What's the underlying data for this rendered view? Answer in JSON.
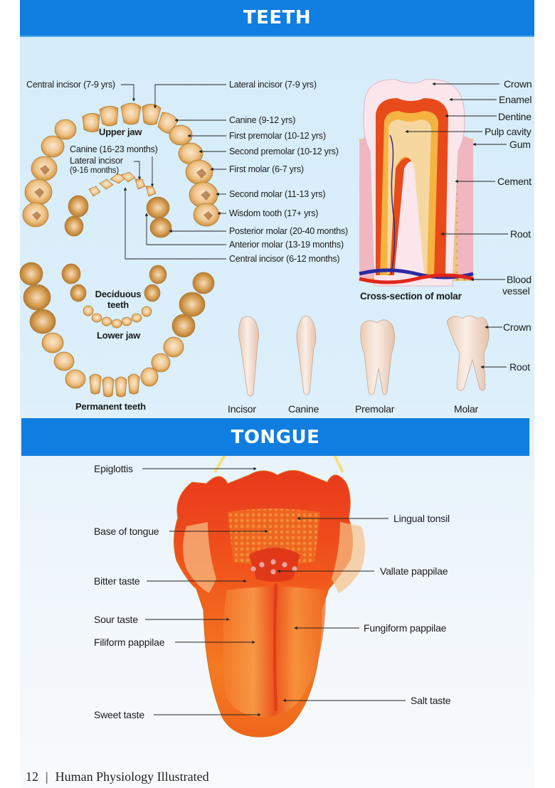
{
  "sections": {
    "teeth_title": "TEETH",
    "tongue_title": "TONGUE"
  },
  "colors": {
    "band_blue": "#0f7ee0",
    "page_bg": "#d6ecfa",
    "tooth_ivory": "#f3dcc4",
    "tooth_gold": "#d9a04a",
    "dentine_red": "#e8401c",
    "tongue_orange": "#f26a1b"
  },
  "teeth": {
    "arch_labels": {
      "upper_jaw": "Upper jaw",
      "lower_jaw": "Lower jaw",
      "deciduous": [
        "Deciduous",
        "teeth"
      ],
      "permanent": "Permanent teeth"
    },
    "left_callouts": {
      "central_incisor": "Central incisor (7-9 yrs)",
      "canine_deciduous": "Canine (16-23 months)",
      "lateral_incisor_deciduous_1": "Lateral incisor",
      "lateral_incisor_deciduous_2": "(9-16 months)"
    },
    "right_callouts": [
      "Lateral incisor (7-9 yrs)",
      "Canine (9-12 yrs)",
      "First premolar (10-12 yrs)",
      "Second premolar (10-12 yrs)",
      "First molar (6-7 yrs)",
      "Second molar (11-13 yrs)",
      "Wisdom tooth (17+ yrs)",
      "Posterior molar (20-40 months)",
      "Anterior molar (13-19 months)",
      "Central incisor (6-12 months)"
    ],
    "molar_section": {
      "caption": "Cross-section of molar",
      "labels": [
        "Crown",
        "Enamel",
        "Dentine",
        "Pulp cavity",
        "Gum",
        "Cement",
        "Root",
        "Blood",
        "vessel"
      ]
    },
    "tooth_types": {
      "names": [
        "Incisor",
        "Canine",
        "Premolar",
        "Molar"
      ],
      "molar_labels": [
        "Crown",
        "Root"
      ]
    }
  },
  "tongue": {
    "left_labels": [
      "Epiglottis",
      "Base of tongue",
      "Bitter taste",
      "Sour taste",
      "Filiform pappilae",
      "Sweet taste"
    ],
    "right_labels": [
      "Lingual tonsil",
      "Vallate pappilae",
      "Fungiform pappilae",
      "Salt taste"
    ]
  },
  "footer": {
    "page_number": "12",
    "separator": "|",
    "book_title": "Human Physiology Illustrated"
  }
}
